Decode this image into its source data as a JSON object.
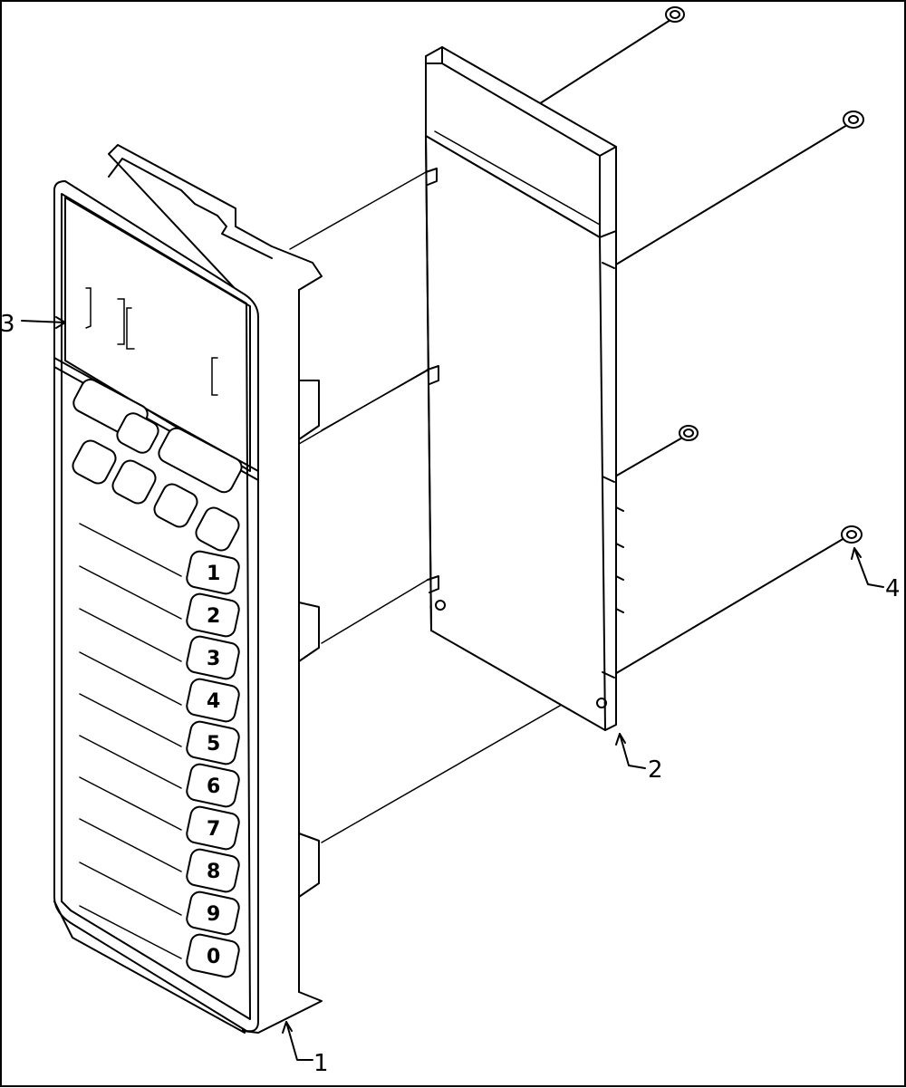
{
  "diagram": {
    "callouts": [
      {
        "id": "1",
        "label": "1"
      },
      {
        "id": "2",
        "label": "2"
      },
      {
        "id": "3",
        "label": "3"
      },
      {
        "id": "4",
        "label": "4"
      }
    ],
    "keypad": {
      "digits": [
        "1",
        "2",
        "3",
        "4",
        "5",
        "6",
        "7",
        "8",
        "9",
        "0"
      ]
    }
  }
}
